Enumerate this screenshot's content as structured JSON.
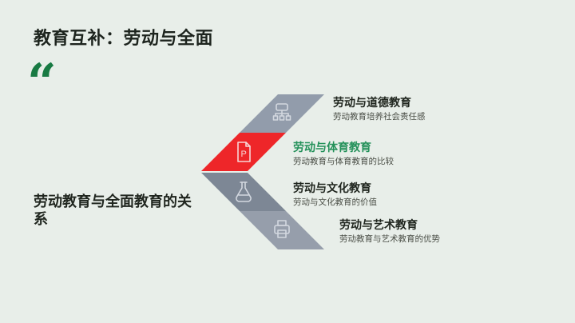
{
  "slide": {
    "title": "教育互补：劳动与全面",
    "quote_mark": "“",
    "left_heading": "劳动教育与全面教育的关系",
    "items": [
      {
        "title": "劳动与道德教育",
        "subtitle": "劳动教育培养社会责任感",
        "icon": "sitemap-icon"
      },
      {
        "title": "劳动与体育教育",
        "subtitle": "劳动教育与体育教育的比较",
        "icon": "document-p-icon",
        "highlighted": true
      },
      {
        "title": "劳动与文化教育",
        "subtitle": "劳动与文化教育的价值",
        "icon": "flask-icon"
      },
      {
        "title": "劳动与艺术教育",
        "subtitle": "劳动教育与艺术教育的优势",
        "icon": "printer-icon"
      }
    ],
    "colors": {
      "background": "#e8eee9",
      "accent_green": "#24915a",
      "quote_green": "#187a43",
      "chevron_red": "#ee2629",
      "chevron_gray_top": "#929cab",
      "chevron_gray_dark": "#7d8795",
      "chevron_gray_bottom": "#969eab",
      "title_text": "#1d241e",
      "subtitle_text": "#4a4e46"
    }
  }
}
